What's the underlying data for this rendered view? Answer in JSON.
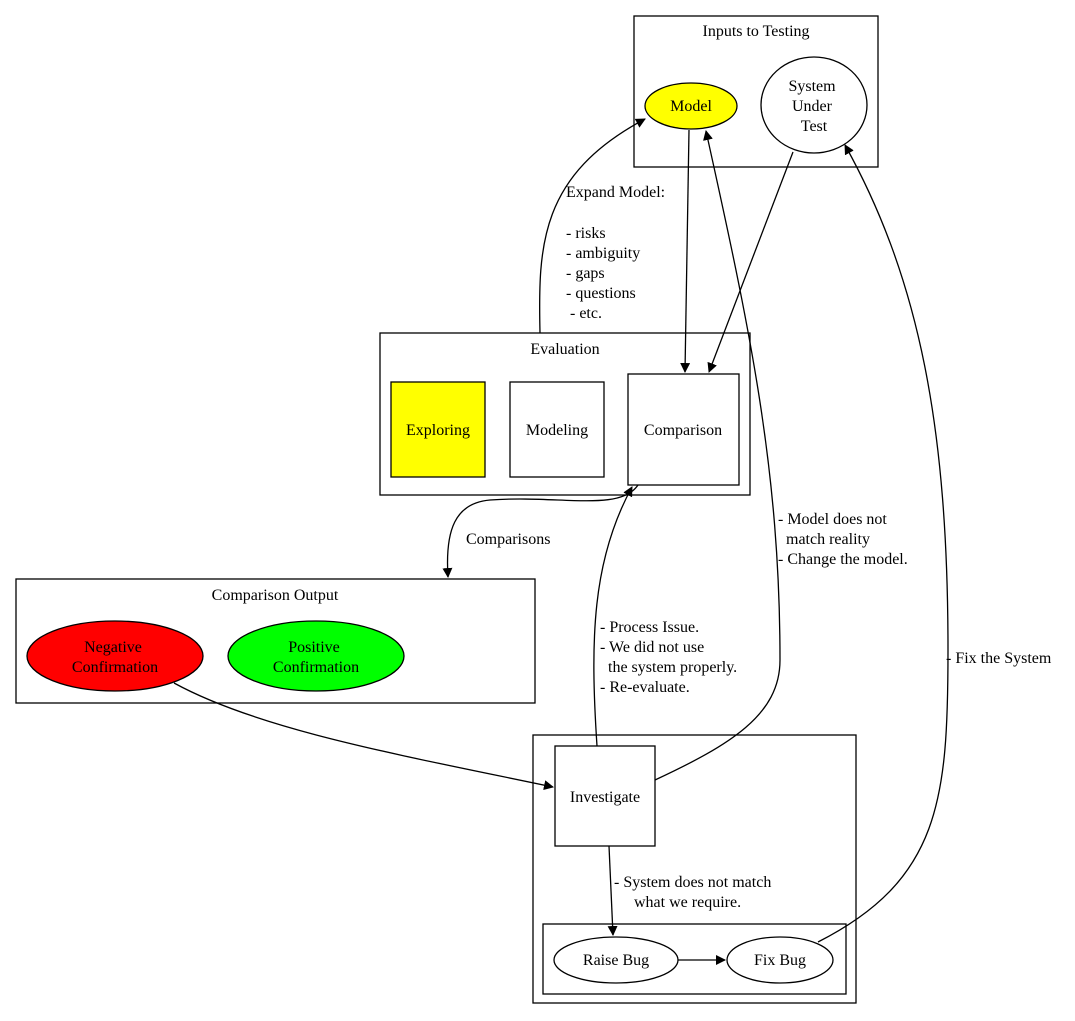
{
  "clusters": {
    "inputs": {
      "label": "Inputs to Testing"
    },
    "evaluation": {
      "label": "Evaluation"
    },
    "output": {
      "label": "Comparison Output"
    }
  },
  "nodes": {
    "model": {
      "label": "Model",
      "color": "#ffff00"
    },
    "system_under_test": {
      "lines": [
        "System",
        "Under",
        "Test"
      ]
    },
    "exploring": {
      "label": "Exploring",
      "color": "#ffff00"
    },
    "modeling": {
      "label": "Modeling"
    },
    "comparison": {
      "label": "Comparison"
    },
    "negative_confirmation": {
      "lines": [
        "Negative",
        "Confirmation"
      ],
      "color": "#ff0000"
    },
    "positive_confirmation": {
      "lines": [
        "Positive",
        "Confirmation"
      ],
      "color": "#00ff00"
    },
    "investigate": {
      "label": "Investigate"
    },
    "raise_bug": {
      "label": "Raise Bug"
    },
    "fix_bug": {
      "label": "Fix Bug"
    }
  },
  "edge_labels": {
    "expand_model": [
      "Expand Model:",
      "",
      "- risks",
      "- ambiguity",
      "- gaps",
      "- questions",
      " - etc."
    ],
    "comparisons": [
      "Comparisons"
    ],
    "model_mismatch": [
      "- Model does not",
      "  match reality",
      "- Change the model."
    ],
    "process_issue": [
      "- Process Issue.",
      "- We did not use",
      "  the system properly.",
      "- Re-evaluate."
    ],
    "system_mismatch": [
      "- System does not match",
      "     what we require."
    ],
    "fix_system": [
      "- Fix the System"
    ]
  }
}
